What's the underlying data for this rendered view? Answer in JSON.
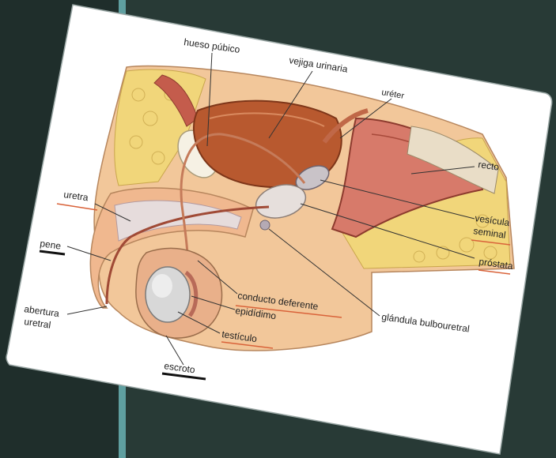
{
  "labels": {
    "hueso_pubico": "hueso púbico",
    "vejiga": "vejiga urinaria",
    "ureter": "uréter",
    "recto": "recto",
    "uretra": "uretra",
    "vesicula_1": "vesícula",
    "vesicula_2": "seminal",
    "prostata": "próstata",
    "pene": "pene",
    "conducto": "conducto deferente",
    "epididimo": "epidídimo",
    "glandula": "glándula bulbouretral",
    "abertura_1": "abertura",
    "abertura_2": "uretral",
    "testiculo": "testículo",
    "escroto": "escroto"
  },
  "colors": {
    "background": "#283a36",
    "left_panel": "#1f2e2b",
    "divider": "#5f9fa0",
    "card": "#ffffff",
    "skin": "#f2c79a",
    "fat": "#f1d67a",
    "bladder": "#b8592f",
    "muscle": "#c45c4c",
    "gland": "#e6dfdc",
    "testis": "#d8d8d8",
    "underline_orange": "#d9633a",
    "underline_black": "#111111"
  }
}
